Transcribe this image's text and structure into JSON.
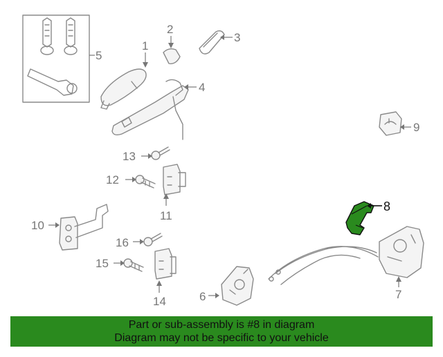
{
  "diagram": {
    "callouts": {
      "c1": "1",
      "c2": "2",
      "c3": "3",
      "c4": "4",
      "c5": "5",
      "c6": "6",
      "c7": "7",
      "c8": "8",
      "c9": "9",
      "c10": "10",
      "c11": "11",
      "c12": "12",
      "c13": "13",
      "c14": "14",
      "c15": "15",
      "c16": "16"
    },
    "highlighted_part": "8",
    "highlight_color": "#2a8a1e"
  },
  "banner": {
    "line1": "Part or sub-assembly is #8 in diagram",
    "line2": "Diagram may not be specific to your vehicle",
    "background": "#2a8a1e"
  }
}
